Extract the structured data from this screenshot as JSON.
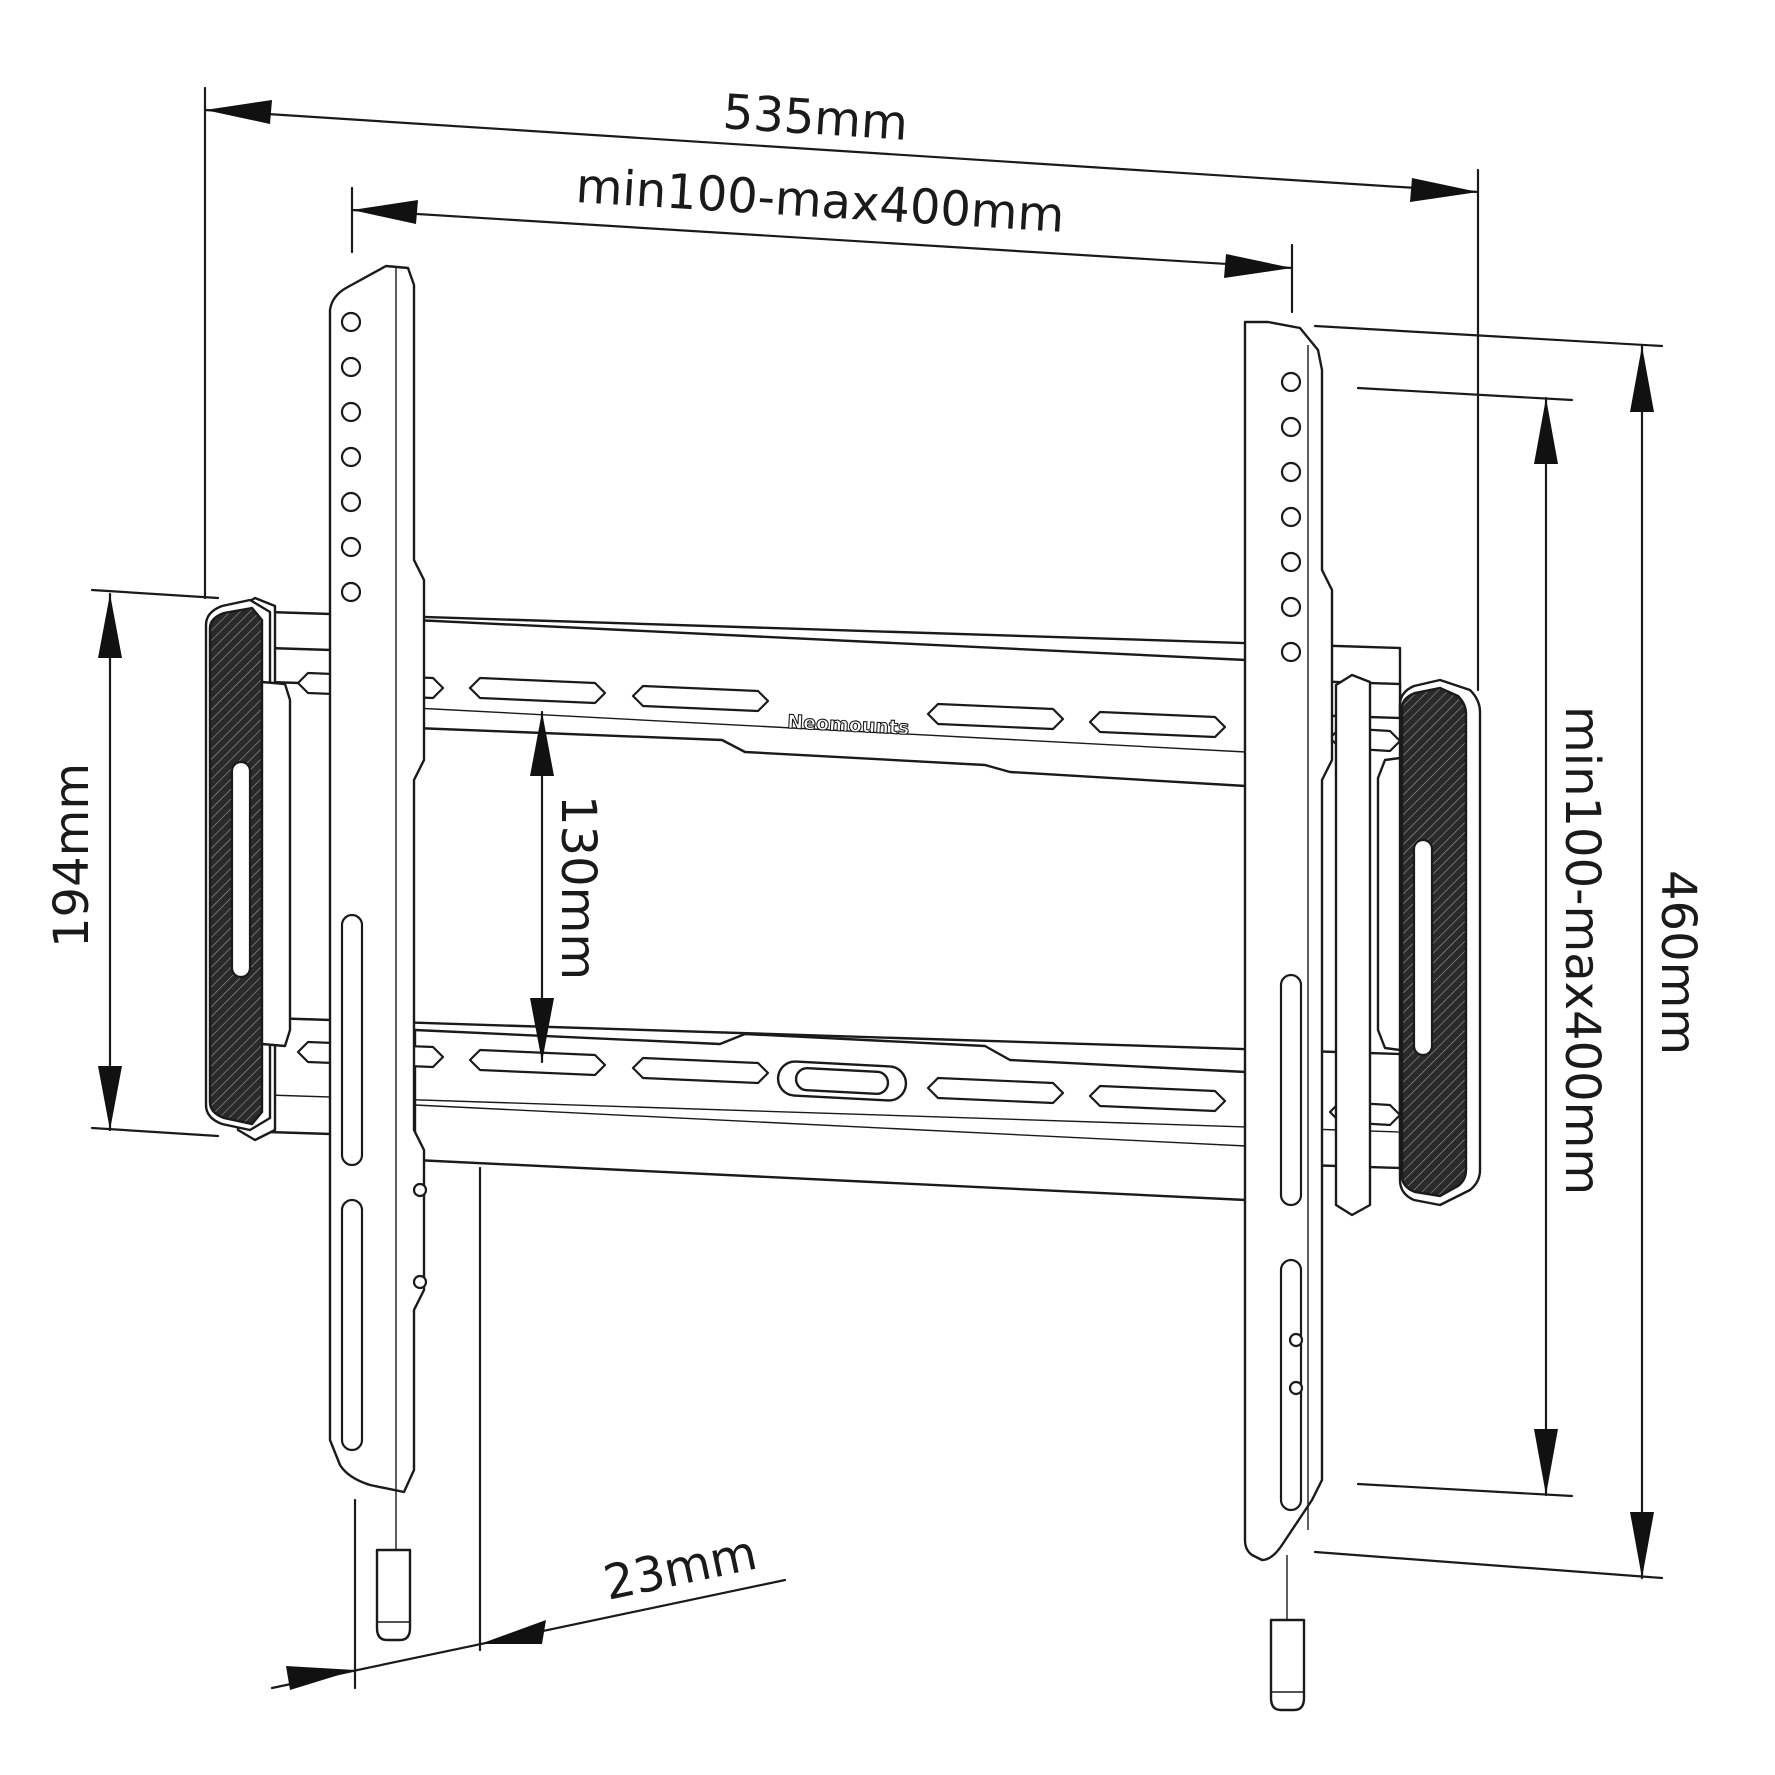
{
  "dimensions": {
    "overall_width": "535mm",
    "vesa_width": "min100-max400mm",
    "pad_height": "194mm",
    "rail_spacing": "130mm",
    "vesa_height": "min100-max400mm",
    "overall_height": "460mm",
    "wall_distance": "23mm"
  },
  "brand": {
    "logo_text": "Neomounts"
  },
  "colors": {
    "line": "#1a1a1a",
    "background": "#ffffff"
  }
}
